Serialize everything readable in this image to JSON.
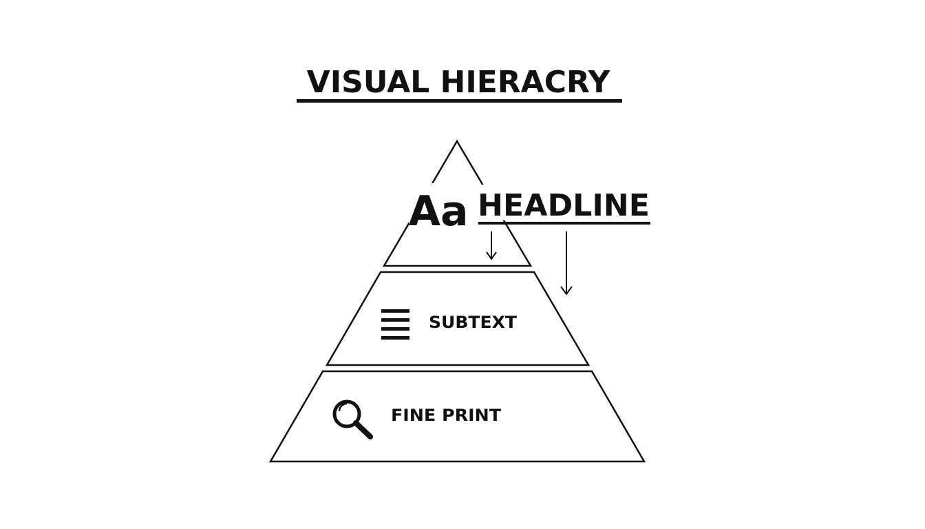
{
  "title": "VISUAL HIERACRY",
  "top_tier": {
    "glyph_sample": "Aa",
    "label": "HEADLINE"
  },
  "middle_tier": {
    "label": "SUBTEXT",
    "icon": "text-lines-icon"
  },
  "bottom_tier": {
    "label": "FINE PRINT",
    "icon": "magnifier-icon"
  },
  "colors": {
    "stroke": "#111111",
    "background": "#ffffff"
  }
}
